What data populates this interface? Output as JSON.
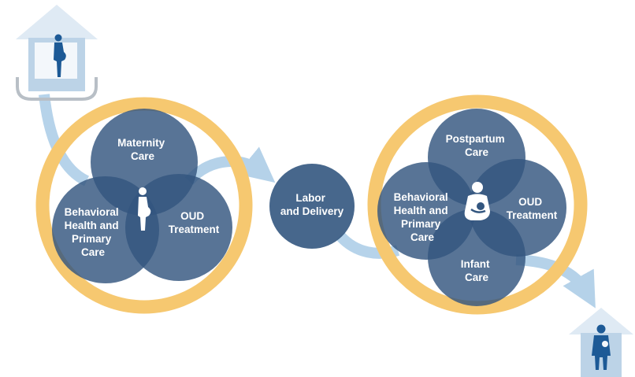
{
  "colors": {
    "ring": "#f6c870",
    "circle": "#33567f",
    "circle_alpha": 0.82,
    "flow": "#a9cbe6",
    "house_roof": "#dfeaf4",
    "house_body": "#bcd3e7",
    "house_window": "#f3f7fb",
    "figure": "#1d5a96",
    "bracket": "#b8bfc6"
  },
  "prenatal": {
    "maternity": [
      "Maternity",
      "Care"
    ],
    "behavioral": [
      "Behavioral",
      "Health and",
      "Primary",
      "Care"
    ],
    "oud": [
      "OUD",
      "Treatment"
    ],
    "center_icon": "pregnant-woman-icon"
  },
  "labor": [
    "Labor",
    "and Delivery"
  ],
  "postpartum": {
    "postpartum": [
      "Postpartum",
      "Care"
    ],
    "behavioral": [
      "Behavioral",
      "Health and",
      "Primary",
      "Care"
    ],
    "oud": [
      "OUD",
      "Treatment"
    ],
    "infant": [
      "Infant",
      "Care"
    ],
    "center_icon": "breastfeeding-mother-icon"
  },
  "start_icon": "house-pregnant-woman-icon",
  "end_icon": "house-mother-baby-icon"
}
